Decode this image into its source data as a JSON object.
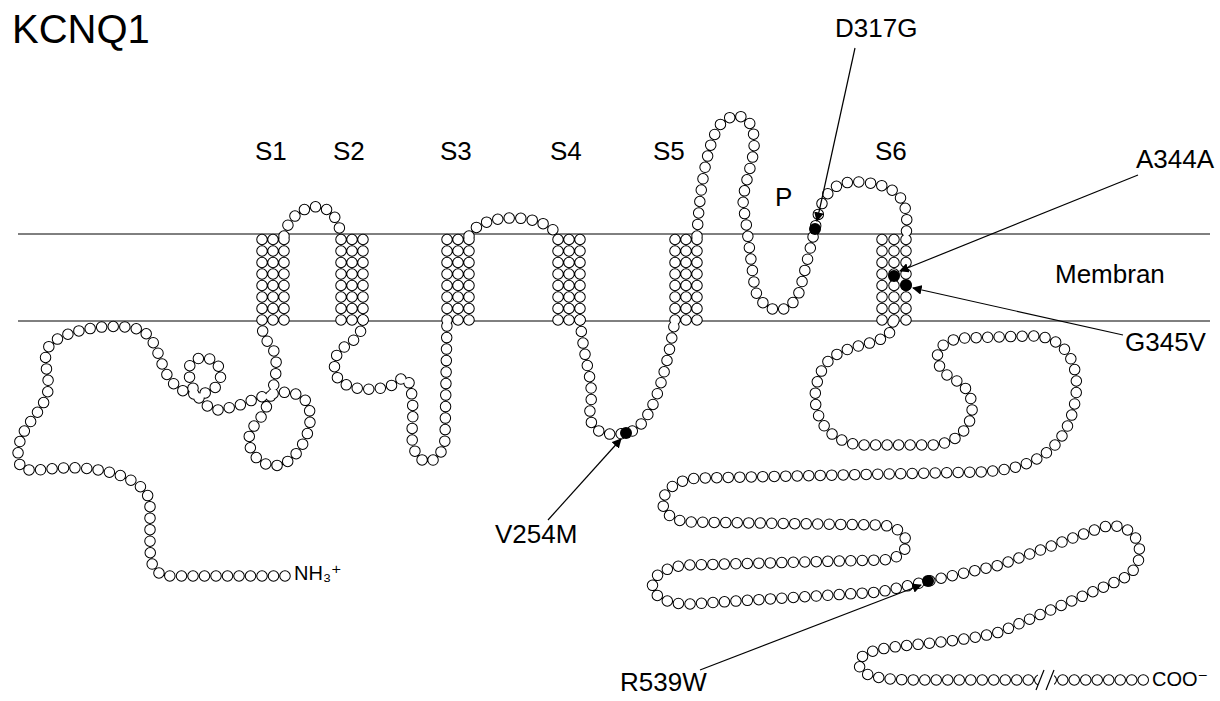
{
  "diagram": {
    "title": "KCNQ1",
    "labels": [
      "S1",
      "S2",
      "S3",
      "S4",
      "S5",
      "P",
      "S6",
      "Membran",
      "D317G",
      "A344A",
      "G345V",
      "V254M",
      "R539W",
      "NH₃⁺",
      "COO⁻"
    ]
  }
}
